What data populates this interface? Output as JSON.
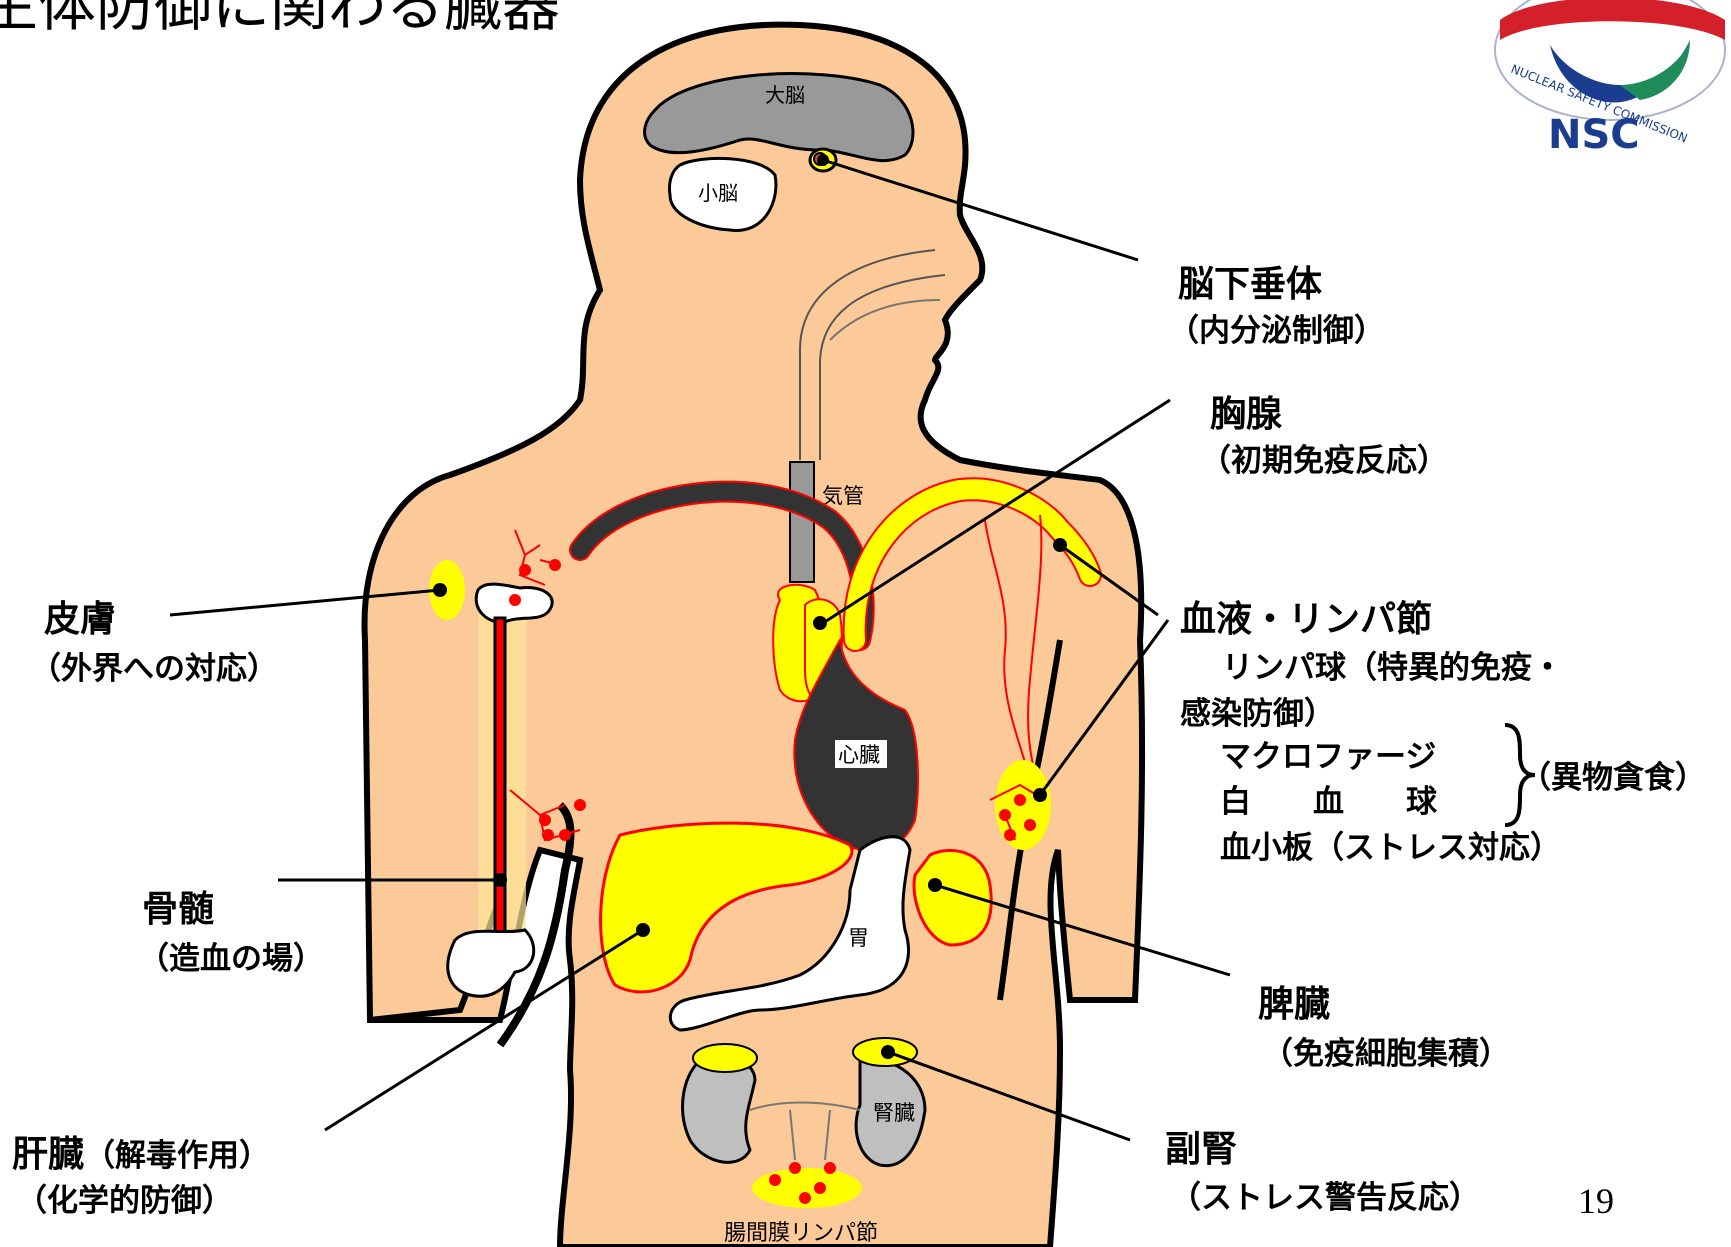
{
  "slide": {
    "title": "生体防御に関わる臓器",
    "page_number": "19"
  },
  "logo": {
    "text": "NSC",
    "ring_text": "NUCLEAR SAFETY COMMISSION"
  },
  "organ_labels": {
    "cerebrum": "大脳",
    "cerebellum": "小脳",
    "trachea": "気管",
    "heart": "心臓",
    "stomach": "胃",
    "kidney": "腎臓",
    "mesenteric_ln": "腸間膜リンパ節"
  },
  "callouts": {
    "pituitary": {
      "title": "脳下垂体",
      "sub": "（内分泌制御）"
    },
    "thymus": {
      "title": "胸腺",
      "sub": "（初期免疫反応）"
    },
    "skin": {
      "title": "皮膚",
      "sub": "（外界への対応）"
    },
    "blood": {
      "title": "血液・リンパ節",
      "line1": "リンパ球（特異的免疫・",
      "line2": "感染防御）",
      "line3": "マクロファージ",
      "line4": "白　　血　　球",
      "brace_note": "（異物貪食）",
      "line5": "血小板（ストレス対応）"
    },
    "bone_marrow": {
      "title": "骨髄",
      "sub": "（造血の場）"
    },
    "spleen": {
      "title": "脾臓",
      "sub": "（免疫細胞集積）"
    },
    "liver": {
      "title": "肝臓",
      "title_suffix": "（解毒作用）",
      "sub": "（化学的防御）"
    },
    "adrenal": {
      "title": "副腎",
      "sub": "（ストレス警告反応）"
    }
  },
  "colors": {
    "skin": "#fcc998",
    "organ_yellow": "#ffff00",
    "vessel_red": "#ff0000",
    "brain_gray": "#999999",
    "heart_dark": "#333333",
    "kidney_gray": "#bfbfbf",
    "logo_blue": "#1a3d8f",
    "logo_green": "#1f8a5a",
    "logo_red": "#d3202a"
  }
}
